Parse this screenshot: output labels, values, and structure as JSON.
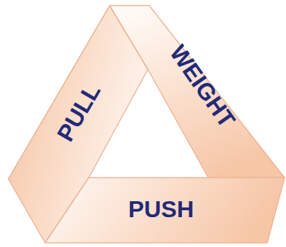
{
  "diagram": {
    "nodes": [
      {
        "text": [
          "PULL"
        ]
      },
      {
        "text": [
          "WEIGHT"
        ]
      },
      {
        "text": [
          "PUSH"
        ]
      }
    ]
  }
}
